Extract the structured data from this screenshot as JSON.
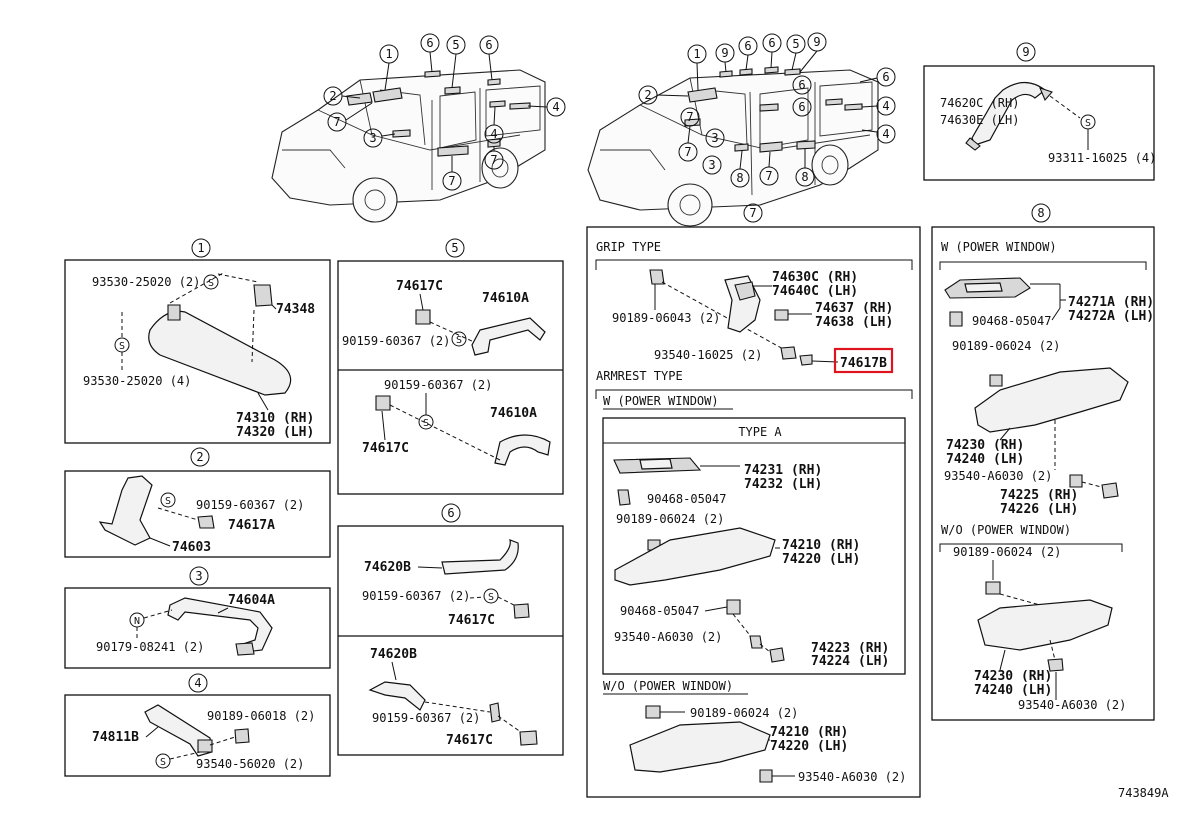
{
  "callouts": {
    "n1": "1",
    "n2": "2",
    "n3": "3",
    "n4": "4",
    "n5": "5",
    "n6": "6",
    "n7": "7",
    "n8": "8",
    "n9": "9"
  },
  "panel1": {
    "title": "1",
    "p_93530_25020_2": "93530-25020 (2)",
    "p_74348": "74348",
    "p_93530_25020_4": "93530-25020 (4)",
    "p_74310": "74310 (RH)",
    "p_74320": "74320 (LH)"
  },
  "panel2": {
    "title": "2",
    "p_90159_60367_2": "90159-60367 (2)",
    "p_74617A": "74617A",
    "p_74603": "74603"
  },
  "panel3": {
    "title": "3",
    "p_74604A": "74604A",
    "p_90179_08241_2": "90179-08241 (2)"
  },
  "panel4": {
    "title": "4",
    "p_90189_06018_2": "90189-06018 (2)",
    "p_74811B": "74811B",
    "p_93540_56020_2": "93540-56020 (2)"
  },
  "panel5": {
    "title": "5",
    "a_74617C": "74617C",
    "a_74610A": "74610A",
    "a_90159_60367_2": "90159-60367 (2)",
    "b_90159_60367_2": "90159-60367 (2)",
    "b_74610A": "74610A",
    "b_74617C": "74617C"
  },
  "panel6": {
    "title": "6",
    "a_74620B": "74620B",
    "a_90159_60367_2": "90159-60367 (2)",
    "a_74617C": "74617C",
    "b_74620B": "74620B",
    "b_90159_60367_2": "90159-60367 (2)",
    "b_74617C": "74617C"
  },
  "panel7": {
    "title": "7",
    "grip_type": "GRIP TYPE",
    "p_74630C": "74630C (RH)",
    "p_74640C": "74640C (LH)",
    "p_74637": "74637 (RH)",
    "p_74638": "74638 (LH)",
    "p_90189_06043_2": "90189-06043 (2)",
    "p_93540_16025_2": "93540-16025 (2)",
    "p_74617B": "74617B",
    "armrest_type": "ARMREST TYPE",
    "w_power_window": "W (POWER WINDOW)",
    "type_a": "TYPE A",
    "p_74231": "74231 (RH)",
    "p_74232": "74232 (LH)",
    "p_90468_05047_a": "90468-05047",
    "p_90189_06024_2_a": "90189-06024 (2)",
    "p_74210_a": "74210 (RH)",
    "p_74220_a": "74220 (LH)",
    "p_90468_05047_b": "90468-05047",
    "p_93540_A6030_2_a": "93540-A6030 (2)",
    "p_74223": "74223 (RH)",
    "p_74224": "74224 (LH)",
    "wo_power_window": "W/O (POWER WINDOW)",
    "p_90189_06024_2_b": "90189-06024 (2)",
    "p_74210_b": "74210 (RH)",
    "p_74220_b": "74220 (LH)",
    "p_93540_A6030_2_b": "93540-A6030 (2)"
  },
  "panel8": {
    "title": "8",
    "w_power_window": "W (POWER WINDOW)",
    "p_74271A": "74271A (RH)",
    "p_74272A": "74272A (LH)",
    "p_90468_05047": "90468-05047",
    "p_90189_06024_2_a": "90189-06024 (2)",
    "p_74230_a": "74230 (RH)",
    "p_74240_a": "74240 (LH)",
    "p_93540_A6030_2_a": "93540-A6030 (2)",
    "p_74225": "74225 (RH)",
    "p_74226": "74226 (LH)",
    "wo_power_window": "W/O (POWER WINDOW)",
    "p_90189_06024_2_b": "90189-06024 (2)",
    "p_74230_b": "74230 (RH)",
    "p_74240_b": "74240 (LH)",
    "p_93540_A6030_2_b": "93540-A6030 (2)"
  },
  "panel9": {
    "title": "9",
    "p_74620C": "74620C (RH)",
    "p_74630E": "74630E (LH)",
    "p_93311_16025_4": "93311-16025 (4)"
  },
  "symbols": {
    "s": "S",
    "n": "N"
  },
  "diagram_id": "743849A",
  "highlight_color": "#e0141e"
}
